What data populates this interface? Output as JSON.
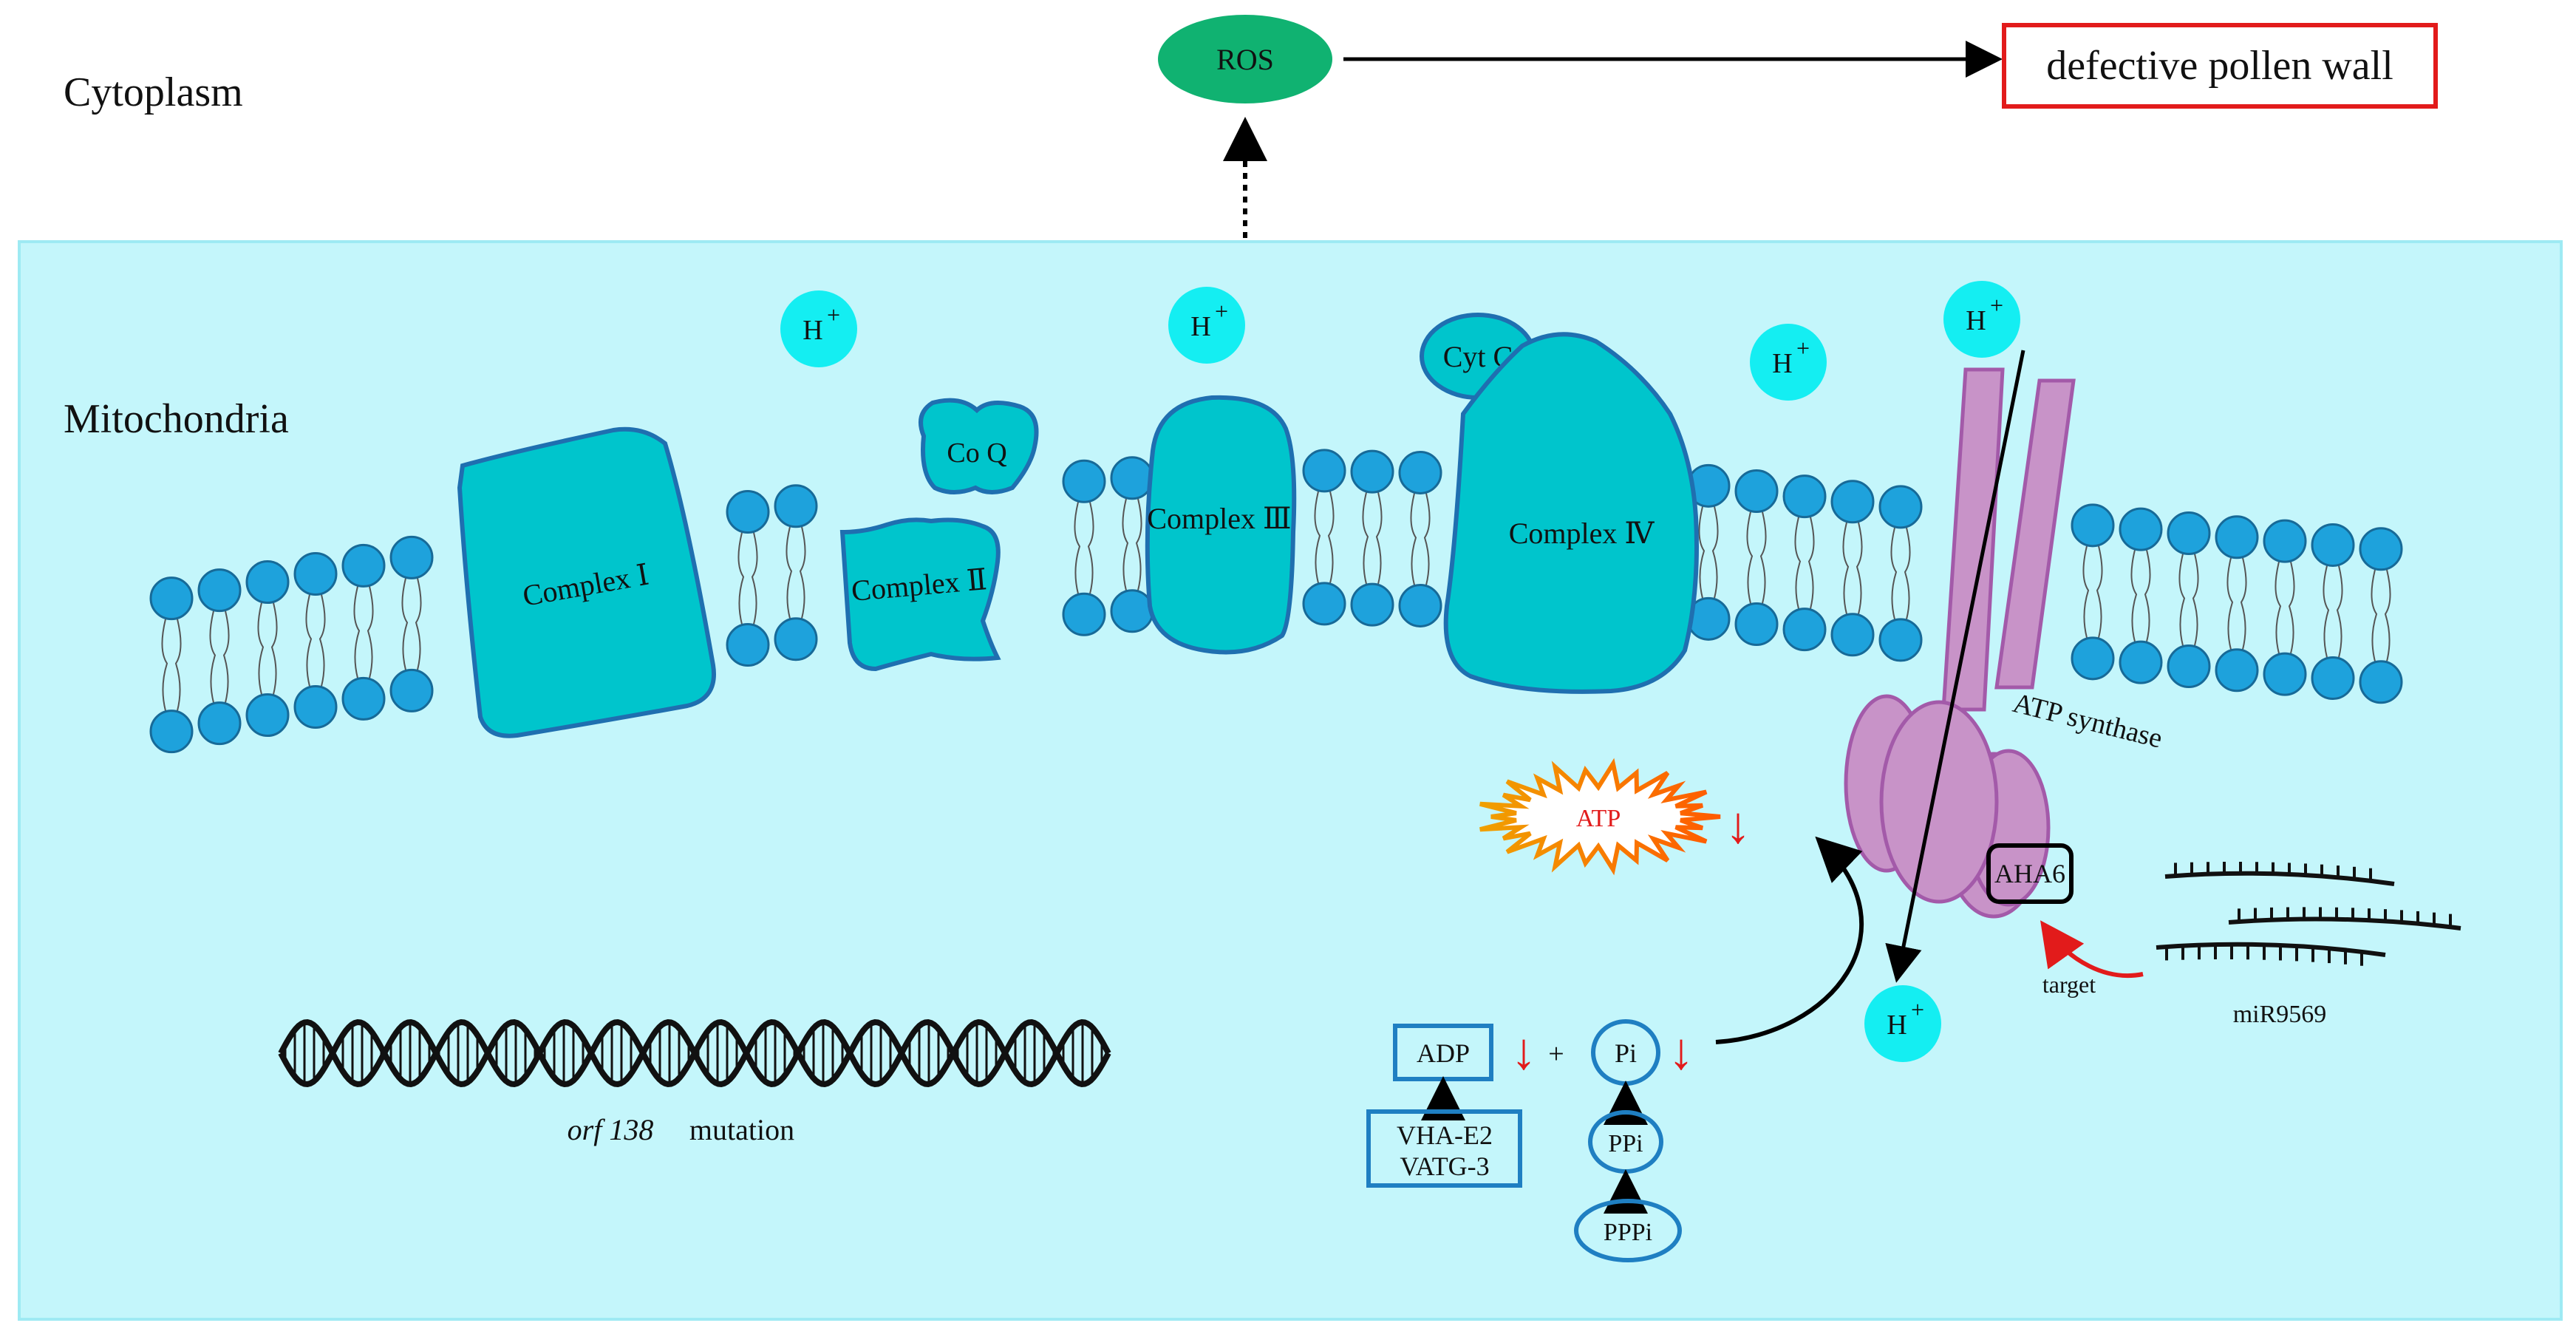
{
  "regions": {
    "cytoplasm_label": "Cytoplasm",
    "mitochondria_label": "Mitochondria"
  },
  "top": {
    "ros_label": "ROS",
    "defective_label": "defective pollen wall"
  },
  "protons": {
    "symbol": "H",
    "charge": "+"
  },
  "complexes": {
    "complex1": "Complex Ⅰ",
    "complex2": "Complex Ⅱ",
    "coq": "Co Q",
    "complex3": "Complex Ⅲ",
    "cytc": "Cyt C",
    "complex4": "Complex Ⅳ"
  },
  "atp_synthase": {
    "label": "ATP synthase",
    "aha6": "AHA6"
  },
  "energy": {
    "atp": "ATP",
    "adp": "ADP",
    "plus": "+",
    "pi": "Pi",
    "ppi": "PPi",
    "pppi": "PPPi",
    "vha_line1": "VHA-E2",
    "vha_line2": "VATG-3",
    "down_arrow": "↓"
  },
  "mirna": {
    "label": "miR9569",
    "target_label": "target"
  },
  "dna": {
    "gene": "orf 138",
    "mutation": "mutation"
  },
  "colors": {
    "matrix": "#c4f6fb",
    "matrix_border": "#9eeaf3",
    "complex_fill": "#00c5cc",
    "complex_stroke": "#1f6fb0",
    "lipid_head": "#1ea2dc",
    "proton": "#14eef2",
    "ros": "#10b271",
    "synthase_fill": "#c893c8",
    "synthase_stroke": "#a35aa9",
    "red": "#e21b1b",
    "box_blue": "#1f7fc2"
  },
  "icons": [
    "double-helix-icon",
    "mirna-strand-icon",
    "starburst-icon"
  ]
}
